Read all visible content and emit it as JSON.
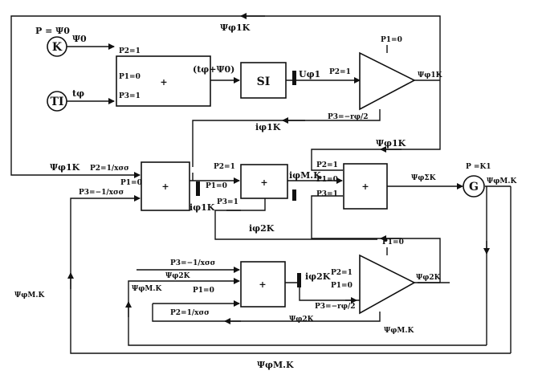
{
  "blocks": {
    "k_circle": "K",
    "ti_circle": "TI",
    "g_circle": "G",
    "si_block": "SI",
    "sum1": "+",
    "sum2": "+",
    "sum3": "+",
    "sum4": "+",
    "sum5": "+"
  },
  "labels": {
    "top_feedback": "Ψφ1K",
    "p_psi0": "P = Ψ0",
    "psi0": "Ψ0",
    "t_phi": "tφ",
    "s1_p2": "P2=1",
    "s1_p1": "P1=0",
    "s1_p3": "P3=1",
    "sum_expr": "(tφ+Ψ0)",
    "u_phi1": "Uφ1",
    "int1_p2": "P2=1",
    "int1_p1": "P1=0",
    "int1_out": "Ψφ1K",
    "int1_p3": "P3=−rφ/2",
    "i_phi1k_mid": "iφ1K",
    "psi_phi1k_right": "Ψφ1K",
    "psi_phi1k_left": "Ψφ1K",
    "s2_p2": "P2=1/xσσ",
    "s2_p1": "P1=0",
    "s2_p3": "P3=−1/xσσ",
    "i_phi1k_below": "iφ1K",
    "s3_p2": "P2=1",
    "s3_p1": "P1=0",
    "s3_p3": "P3=1",
    "i_phimk": "iφM.K",
    "s4_p2": "P2=1",
    "s4_p1": "P1=0",
    "s4_p3": "P3=1",
    "psi_sum": "ΨφΣK",
    "p_k1": "P =K1",
    "psi_mk_g": "ΨφM.K",
    "i_phi2k_mid": "iφ2K",
    "s5_p3": "P3=−1/xσσ",
    "s5_psi_mk": "ΨφM.K",
    "s5_psi_2k": "Ψφ2K",
    "s5_p1": "P1=0",
    "s5_p2": "P2=1/xσσ",
    "i_phi2k_right": "iφ2K",
    "int2_p1top": "P1=0",
    "int2_p2": "P2=1",
    "int2_p1": "P1=0",
    "int2_p3": "P3=−rφ/2",
    "int2_out": "Ψφ2K",
    "psi_2k_below": "Ψφ2K",
    "psi_mk_left": "ΨφM.K",
    "psi_mk_bottom_right": "ΨφM.K",
    "psi_mk_bottom": "ΨφM.K"
  }
}
